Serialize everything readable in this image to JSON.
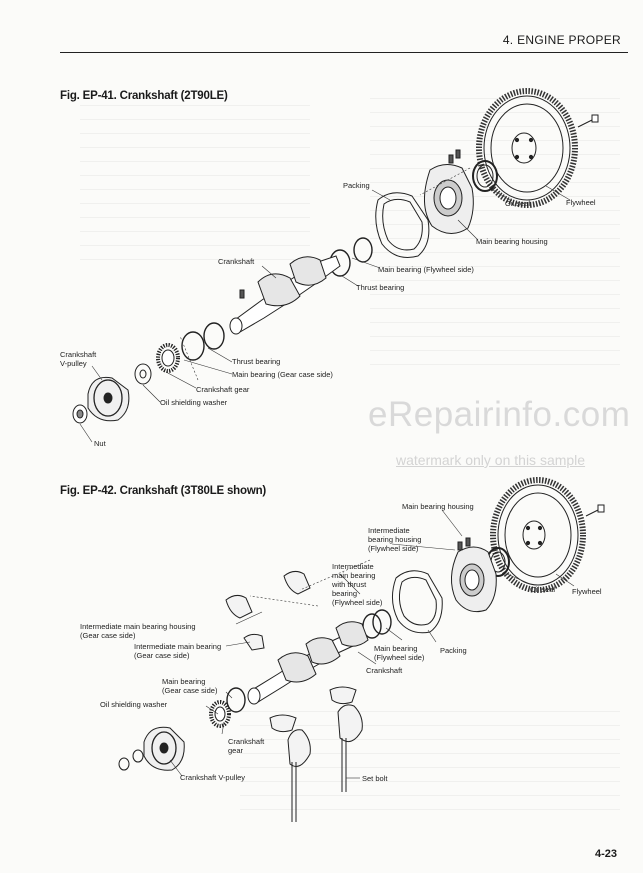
{
  "header": {
    "section": "4. ENGINE PROPER",
    "page_number": "4-23"
  },
  "figure1": {
    "title": "Fig. EP-41. Crankshaft (2T90LE)",
    "labels": {
      "flywheel": "Flywheel",
      "oil_seal": "Oil seal",
      "packing": "Packing",
      "main_bearing_housing": "Main bearing housing",
      "crankshaft": "Crankshaft",
      "main_bearing_flywheel": "Main bearing (Flywheel side)",
      "thrust_bearing_top": "Thrust bearing",
      "crankshaft_vpulley": "Crankshaft\nV-pulley",
      "thrust_bearing": "Thrust bearing",
      "main_bearing_gear": "Main bearing (Gear case side)",
      "crankshaft_gear": "Crankshaft gear",
      "oil_shielding_washer": "Oil shielding washer",
      "nut": "Nut"
    }
  },
  "figure2": {
    "title": "Fig. EP-42. Crankshaft (3T80LE shown)",
    "labels": {
      "main_bearing_housing": "Main bearing housing",
      "intermediate_bearing_housing": "Intermediate\nbearing housing\n(Flywheel side)",
      "intermediate_main_bearing_thrust": "Intermediate\nmain bearing\nwith thrust\nbearing\n(Flywheel side)",
      "oil_seal": "Oil seal",
      "flywheel": "Flywheel",
      "intermediate_main_bearing_housing_gear": "Intermediate main bearing housing\n(Gear case side)",
      "intermediate_main_bearing_gear": "Intermediate main bearing\n(Gear case side)",
      "main_bearing_flywheel": "Main bearing\n(Flywheel side)",
      "packing": "Packing",
      "crankshaft": "Crankshaft",
      "main_bearing_gear": "Main bearing\n(Gear case side)",
      "oil_shielding_washer": "Oil shielding washer",
      "crankshaft_gear": "Crankshaft\ngear",
      "crankshaft_vpulley": "Crankshaft V-pulley",
      "set_bolt": "Set bolt"
    }
  },
  "watermark": {
    "main": "eRepairinfo.com",
    "sub": "watermark only on this sample"
  }
}
